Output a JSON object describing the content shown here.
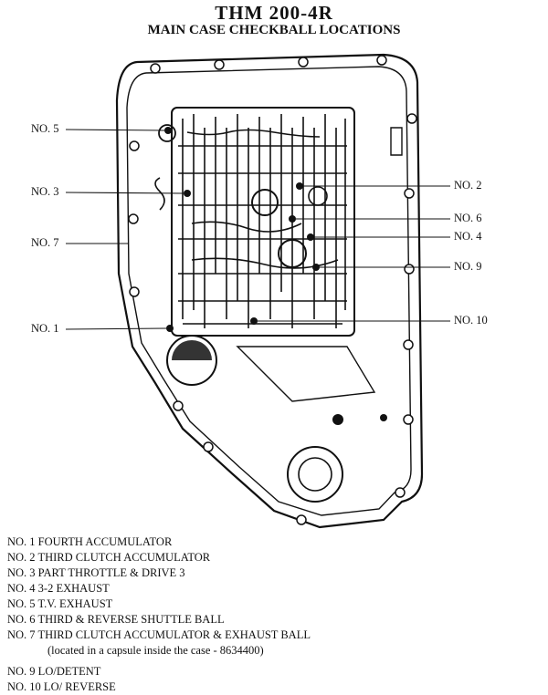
{
  "title": "THM  200-4R",
  "subtitle": "MAIN CASE CHECKBALL LOCATIONS",
  "callouts": {
    "no5": "NO. 5",
    "no3": "NO. 3",
    "no7": "NO. 7",
    "no1": "NO. 1",
    "no2": "NO. 2",
    "no6": "NO. 6",
    "no4": "NO. 4",
    "no9": "NO. 9",
    "no10": "NO. 10"
  },
  "legend": [
    "NO.  1 FOURTH ACCUMULATOR",
    "NO.  2 THIRD CLUTCH ACCUMULATOR",
    "NO.  3 PART THROTTLE & DRIVE 3",
    "NO.  4  3-2 EXHAUST",
    "NO.  5 T.V. EXHAUST",
    "NO.  6 THIRD & REVERSE SHUTTLE BALL",
    "NO.  7 THIRD CLUTCH ACCUMULATOR & EXHAUST BALL",
    "(located in a capsule inside the case - 8634400)",
    "NO.  9 LO/DETENT",
    "NO.  10 LO/ REVERSE"
  ]
}
